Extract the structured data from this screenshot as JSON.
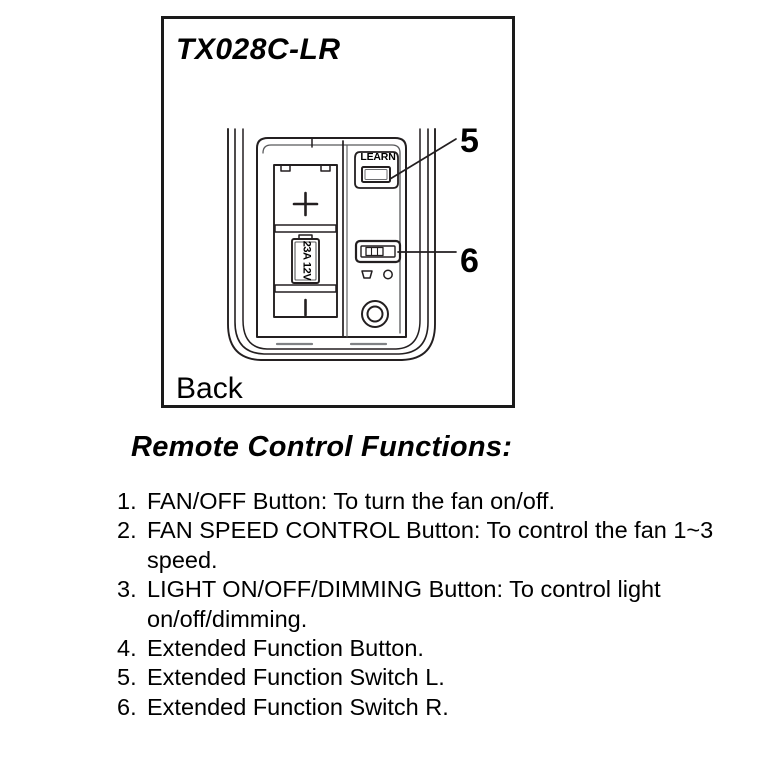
{
  "figure": {
    "model_label": "TX028C-LR",
    "view_label": "Back",
    "remote": {
      "learn_button_label": "LEARN",
      "battery_label": "23A 12V",
      "battery_positive_terminal": "+",
      "battery_negative_terminal": "-"
    },
    "callouts": [
      {
        "number": "5",
        "target": "learn-button"
      },
      {
        "number": "6",
        "target": "extended-function-switch-r"
      }
    ]
  },
  "functions": {
    "heading": "Remote Control Functions:",
    "items": [
      {
        "num": "1.",
        "text": "FAN/OFF Button: To turn the fan on/off."
      },
      {
        "num": "2.",
        "text": "FAN SPEED CONTROL Button: To control the fan 1~3 speed."
      },
      {
        "num": "3.",
        "text": "LIGHT ON/OFF/DIMMING Button: To control light on/off/dimming."
      },
      {
        "num": "4.",
        "text": "Extended Function Button."
      },
      {
        "num": "5.",
        "text": "Extended Function Switch L."
      },
      {
        "num": "6.",
        "text": "Extended Function Switch R."
      }
    ]
  },
  "colors": {
    "ink": "#1a1a1a",
    "line": "#231f20",
    "light_line": "#6d6e71",
    "background": "#ffffff"
  }
}
